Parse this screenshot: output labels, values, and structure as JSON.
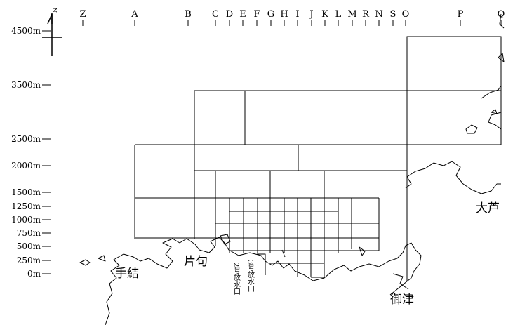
{
  "map": {
    "north_label": "N",
    "column_labels": [
      "Z",
      "A",
      "B",
      "C",
      "D",
      "E",
      "F",
      "G",
      "H",
      "I",
      "J",
      "K",
      "L",
      "M",
      "R",
      "N",
      "S",
      "O",
      "P",
      "Q"
    ],
    "row_labels": [
      "4500m",
      "3500m",
      "2500m",
      "2000m",
      "1500m",
      "1250m",
      "1000m",
      "750m",
      "500m",
      "250m",
      "0m"
    ],
    "places": {
      "teyui": "手結",
      "katami": "片句",
      "mitsu": "御津",
      "oashi": "大芦"
    },
    "outlets": {
      "outlet2": "2号放水口",
      "outlet3": "3号放水口"
    }
  }
}
